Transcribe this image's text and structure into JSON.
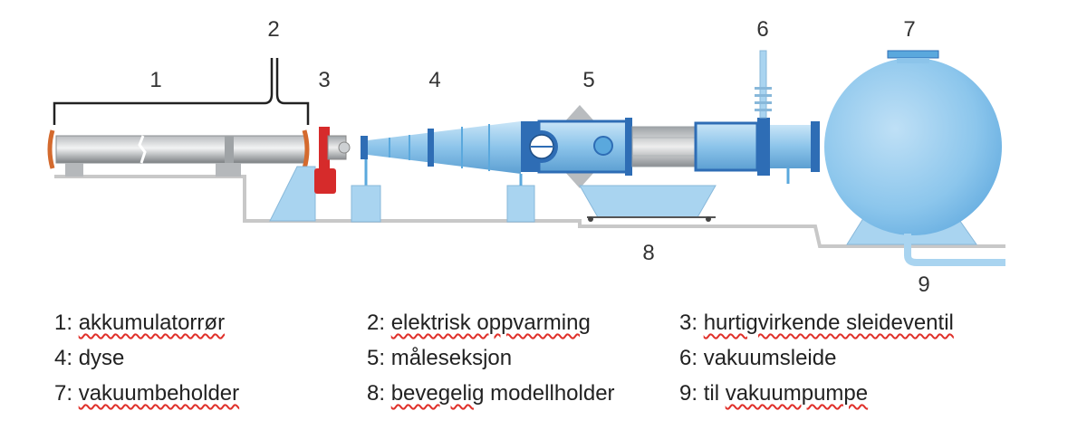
{
  "callouts": [
    "1",
    "2",
    "3",
    "4",
    "5",
    "6",
    "7",
    "8",
    "9"
  ],
  "legend": [
    {
      "num": "1",
      "text": "akkumulatorrør"
    },
    {
      "num": "2",
      "text": "elektrisk oppvarming"
    },
    {
      "num": "3",
      "text": "hurtigvirkende sleideventil"
    },
    {
      "num": "4",
      "text": "dyse"
    },
    {
      "num": "5",
      "text": "måleseksjon"
    },
    {
      "num": "6",
      "text": "vakuumsleide"
    },
    {
      "num": "7",
      "text": "vakuumbeholder"
    },
    {
      "num": "8",
      "text": "bevegelig modellholder"
    },
    {
      "num": "9",
      "text": "til vakuumpumpe"
    }
  ],
  "colors": {
    "tube_gray": "#8a8d90",
    "blue_light": "#a9d4f0",
    "blue_mid": "#5aa8dd",
    "blue_dark": "#2e6db5",
    "heater_red": "#d62b2b",
    "ground_gray": "#c8c8c8",
    "spellcheck_red": "#e0302a"
  },
  "icons": [
    "accumulator-tube",
    "heating-bracket",
    "slide-valve",
    "nozzle",
    "test-section",
    "vacuum-slide",
    "vacuum-tank",
    "model-holder",
    "pump-pipe"
  ]
}
